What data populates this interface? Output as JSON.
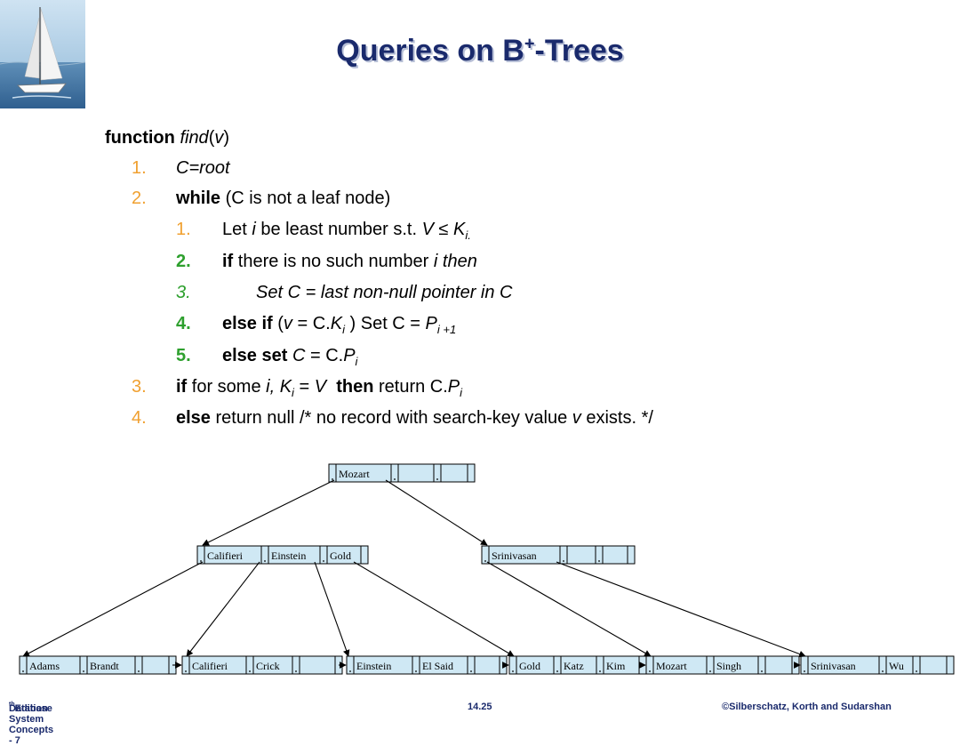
{
  "title": {
    "main": "Queries on B",
    "sup": "+",
    "rest": "-Trees"
  },
  "function_def": {
    "keyword": "function",
    "name": "find",
    "open": "(",
    "arg": "v",
    "close": ")"
  },
  "lines": [
    {
      "num": "1.",
      "text": "C=root"
    },
    {
      "num": "2.",
      "kw": "while",
      "text": " (C is not a leaf node)"
    },
    {
      "num": "1.",
      "pre": "Let ",
      "var_i": "i",
      "mid": " be least number s.t. ",
      "var_V": "V",
      "op": " ≤ ",
      "var_K": "K",
      "sub": "i.",
      "post": ""
    },
    {
      "num": "2.",
      "kw": "if",
      "text": " there is no such number ",
      "var": "i then"
    },
    {
      "num": "3.",
      "text": "Set C = last non-null pointer in C"
    },
    {
      "num": "4.",
      "kw": "else if",
      "pre": " (",
      "var_v": "v",
      "mid": " = C.",
      "var_K": "K",
      "sub": "i",
      "post": " ) Set C = ",
      "var_P": "P",
      "sub2": "i +1"
    },
    {
      "num": "5.",
      "kw": "else set",
      "pre": " ",
      "var_C": "C",
      "mid": " = C.",
      "var_P": "P",
      "sub": "i"
    },
    {
      "num": "3.",
      "kw": "if",
      "pre": " for some ",
      "var_i": "i, K",
      "sub": "i",
      "mid": " = ",
      "var_V": "V",
      "kw2": "  then",
      "post": " return C.",
      "var_P": "P",
      "sub2": "i"
    },
    {
      "num": "4.",
      "kw": "else",
      "pre": " return null /* no record with search-key value ",
      "var_v": "v",
      "post": " exists. */"
    }
  ],
  "tree": {
    "root": [
      "Mozart",
      "",
      ""
    ],
    "internal_left": [
      "Califieri",
      "Einstein",
      "Gold"
    ],
    "internal_right": [
      "Srinivasan",
      "",
      ""
    ],
    "leaves": [
      [
        "Adams",
        "Brandt",
        ""
      ],
      [
        "Califieri",
        "Crick",
        ""
      ],
      [
        "Einstein",
        "El Said",
        ""
      ],
      [
        "Gold",
        "Katz",
        "Kim"
      ],
      [
        "Mozart",
        "Singh",
        ""
      ],
      [
        "Srinivasan",
        "Wu",
        ""
      ]
    ]
  },
  "footer": {
    "left_pre": "Database System Concepts - 7",
    "left_sup": "th",
    "left_post": " Edition",
    "center": "14.25",
    "right": "©Silberschatz, Korth and Sudarshan"
  }
}
